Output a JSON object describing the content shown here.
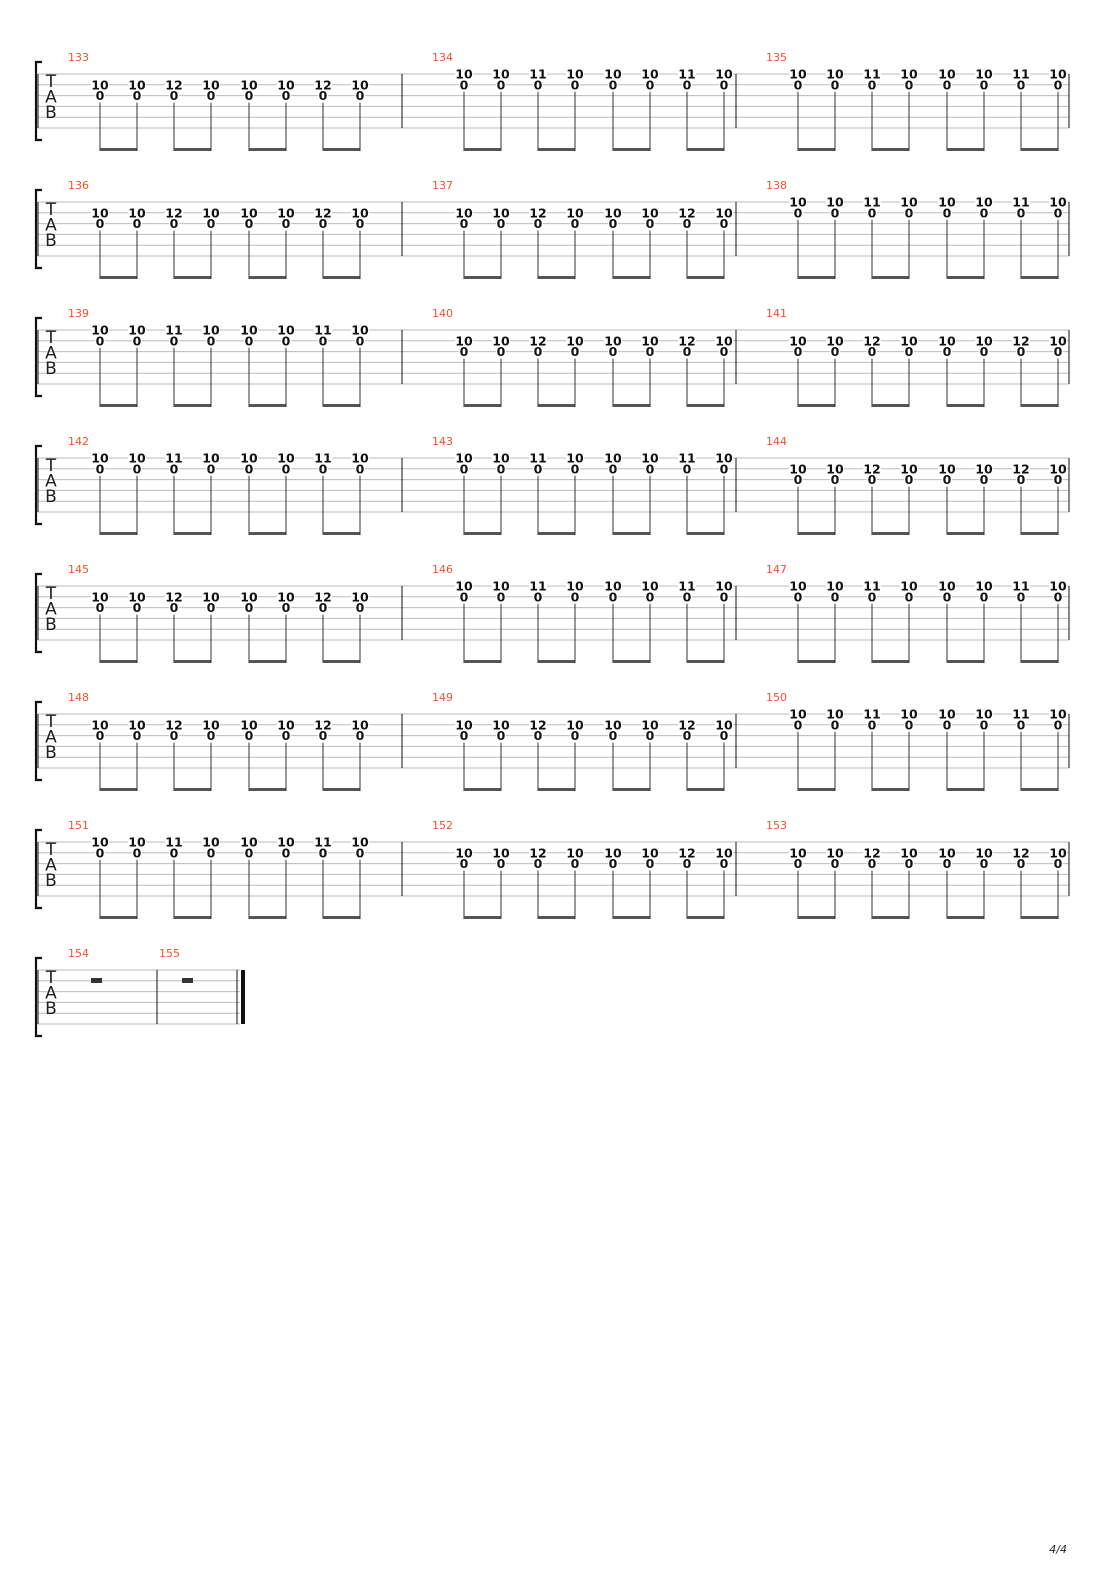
{
  "document": {
    "page_number": "4/4",
    "tab_clef_letters": [
      "T",
      "A",
      "B"
    ],
    "colors": {
      "measure_number": "#e4572e",
      "staff_line": "#bbbbbb",
      "ink": "#111111"
    }
  },
  "patterns": {
    "P12": {
      "top": [
        "10",
        "10",
        "12",
        "10",
        "10",
        "10",
        "12",
        "10"
      ],
      "bottom": [
        "0",
        "0",
        "0",
        "0",
        "0",
        "0",
        "0",
        "0"
      ]
    },
    "P11": {
      "top": [
        "10",
        "10",
        "11",
        "10",
        "10",
        "10",
        "11",
        "10"
      ],
      "bottom": [
        "0",
        "0",
        "0",
        "0",
        "0",
        "0",
        "0",
        "0"
      ]
    }
  },
  "systems": [
    {
      "measures": [
        {
          "number": "133",
          "pattern": "P12",
          "string": 2
        },
        {
          "number": "134",
          "pattern": "P11",
          "string": 1
        },
        {
          "number": "135",
          "pattern": "P11",
          "string": 1
        }
      ]
    },
    {
      "measures": [
        {
          "number": "136",
          "pattern": "P12",
          "string": 2
        },
        {
          "number": "137",
          "pattern": "P12",
          "string": 2
        },
        {
          "number": "138",
          "pattern": "P11",
          "string": 1
        }
      ]
    },
    {
      "measures": [
        {
          "number": "139",
          "pattern": "P11",
          "string": 1
        },
        {
          "number": "140",
          "pattern": "P12",
          "string": 2
        },
        {
          "number": "141",
          "pattern": "P12",
          "string": 2
        }
      ]
    },
    {
      "measures": [
        {
          "number": "142",
          "pattern": "P11",
          "string": 1
        },
        {
          "number": "143",
          "pattern": "P11",
          "string": 1
        },
        {
          "number": "144",
          "pattern": "P12",
          "string": 2
        }
      ]
    },
    {
      "measures": [
        {
          "number": "145",
          "pattern": "P12",
          "string": 2
        },
        {
          "number": "146",
          "pattern": "P11",
          "string": 1
        },
        {
          "number": "147",
          "pattern": "P11",
          "string": 1
        }
      ]
    },
    {
      "measures": [
        {
          "number": "148",
          "pattern": "P12",
          "string": 2
        },
        {
          "number": "149",
          "pattern": "P12",
          "string": 2
        },
        {
          "number": "150",
          "pattern": "P11",
          "string": 1
        }
      ]
    },
    {
      "measures": [
        {
          "number": "151",
          "pattern": "P11",
          "string": 1
        },
        {
          "number": "152",
          "pattern": "P12",
          "string": 2
        },
        {
          "number": "153",
          "pattern": "P12",
          "string": 2
        }
      ]
    },
    {
      "measures": [
        {
          "number": "154",
          "rest": true
        },
        {
          "number": "155",
          "rest": true
        }
      ]
    }
  ]
}
